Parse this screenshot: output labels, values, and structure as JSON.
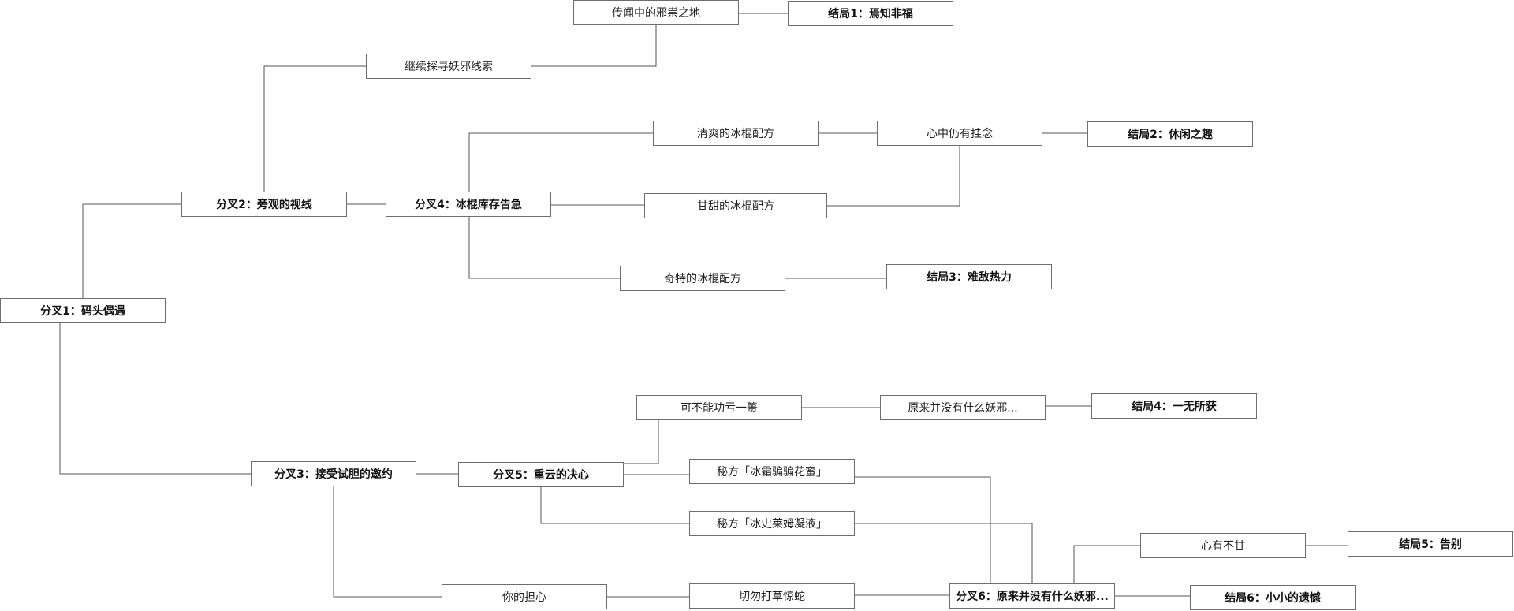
{
  "nodes": {
    "branch1": {
      "label": "分叉1：码头偶遇"
    },
    "branch2": {
      "label": "分叉2：旁观的视线"
    },
    "branch3": {
      "label": "分叉3：接受试胆的邀约"
    },
    "branch4": {
      "label": "分叉4：冰棍库存告急"
    },
    "branch5": {
      "label": "分叉5：重云的决心"
    },
    "branch6": {
      "label": "分叉6：原来并没有什么妖邪..."
    },
    "rumored": {
      "label": "传闻中的邪祟之地"
    },
    "continue_search": {
      "label": "继续探寻妖邪线索"
    },
    "cool_recipe": {
      "label": "清爽的冰棍配方"
    },
    "sweet_recipe": {
      "label": "甘甜的冰棍配方"
    },
    "weird_recipe": {
      "label": "奇特的冰棍配方"
    },
    "still_worried": {
      "label": "心中仍有挂念"
    },
    "no_fail": {
      "label": "可不能功亏一篑"
    },
    "no_evil": {
      "label": "原来并没有什么妖邪..."
    },
    "secret_honey": {
      "label": "秘方「冰霜骗骗花蜜」"
    },
    "secret_slime": {
      "label": "秘方「冰史莱姆凝液」"
    },
    "your_worry": {
      "label": "你的担心"
    },
    "dont_alert": {
      "label": "切勿打草惊蛇"
    },
    "unwilling": {
      "label": "心有不甘"
    },
    "ending1": {
      "label": "结局1：焉知非福"
    },
    "ending2": {
      "label": "结局2：休闲之趣"
    },
    "ending3": {
      "label": "结局3：难敌热力"
    },
    "ending4": {
      "label": "结局4：一无所获"
    },
    "ending5": {
      "label": "结局5：告别"
    },
    "ending6": {
      "label": "结局6：小小的遗憾"
    }
  }
}
